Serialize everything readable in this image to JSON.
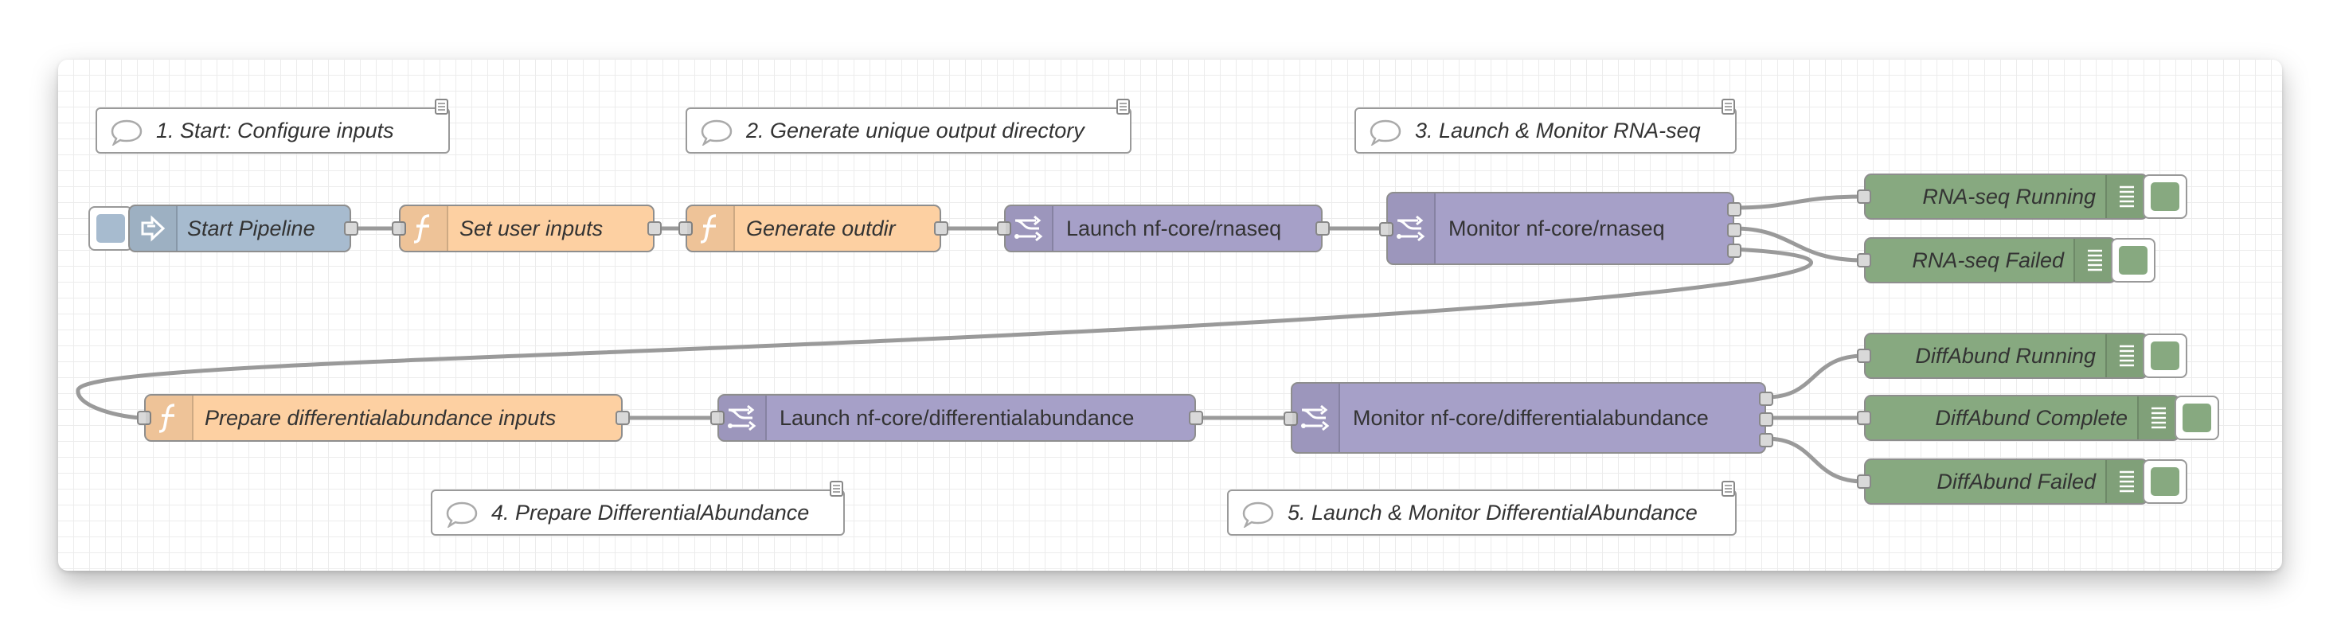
{
  "colors": {
    "inject": "#a7bbcf",
    "function": "#fdd0a2",
    "exec": "#a6a0c8",
    "debug": "#87a980"
  },
  "comments": {
    "c1": "1. Start: Configure inputs",
    "c2": "2. Generate unique output directory",
    "c3": "3. Launch & Monitor RNA-seq",
    "c4": "4. Prepare DifferentialAbundance",
    "c5": "5. Launch & Monitor DifferentialAbundance"
  },
  "nodes": {
    "start": "Start Pipeline",
    "set_inputs": "Set user inputs",
    "gen_outdir": "Generate outdir",
    "launch_rnaseq": "Launch nf-core/rnaseq",
    "monitor_rnaseq": "Monitor nf-core/rnaseq",
    "rnaseq_running": "RNA-seq Running",
    "rnaseq_failed": "RNA-seq Failed",
    "prepare_da": "Prepare differentialabundance inputs",
    "launch_da": "Launch nf-core/differentialabundance",
    "monitor_da": "Monitor nf-core/differentialabundance",
    "da_running": "DiffAbund Running",
    "da_complete": "DiffAbund Complete",
    "da_failed": "DiffAbund Failed"
  },
  "icons": {
    "inject": "arrow-right-icon",
    "function": "function-icon",
    "exec": "exec-shuffle-icon",
    "debug": "list-icon",
    "comment": "speech-bubble-icon"
  }
}
